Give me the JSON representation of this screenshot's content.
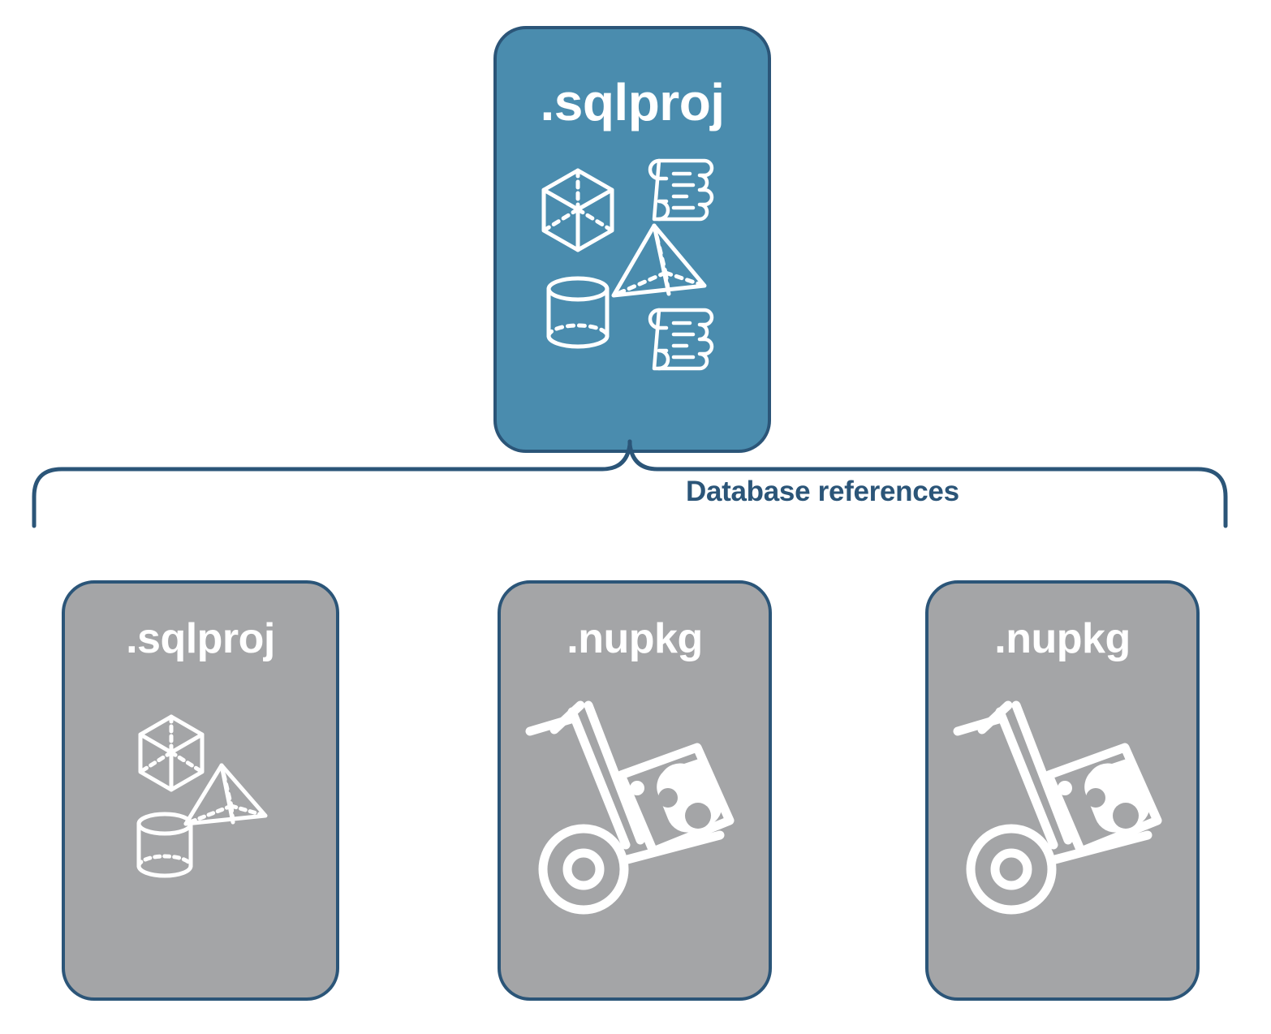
{
  "diagram": {
    "title_text": "Database references",
    "colors": {
      "accent_blue": "#4a8cae",
      "border_navy": "#2b5578",
      "neutral_gray": "#a4a5a7",
      "icon_white": "#ffffff",
      "background": "#ffffff"
    }
  },
  "root": {
    "label": ".sqlproj",
    "icons": [
      "cube-icon",
      "pyramid-icon",
      "cylinder-icon",
      "scroll-icon",
      "scroll-icon"
    ]
  },
  "connector": {
    "label": "Database references"
  },
  "leaves": [
    {
      "label": ".sqlproj",
      "icons": [
        "cube-icon",
        "pyramid-icon",
        "cylinder-icon"
      ]
    },
    {
      "label": ".nupkg",
      "icons": [
        "hand-truck-package-icon"
      ]
    },
    {
      "label": ".nupkg",
      "icons": [
        "hand-truck-package-icon"
      ]
    }
  ]
}
